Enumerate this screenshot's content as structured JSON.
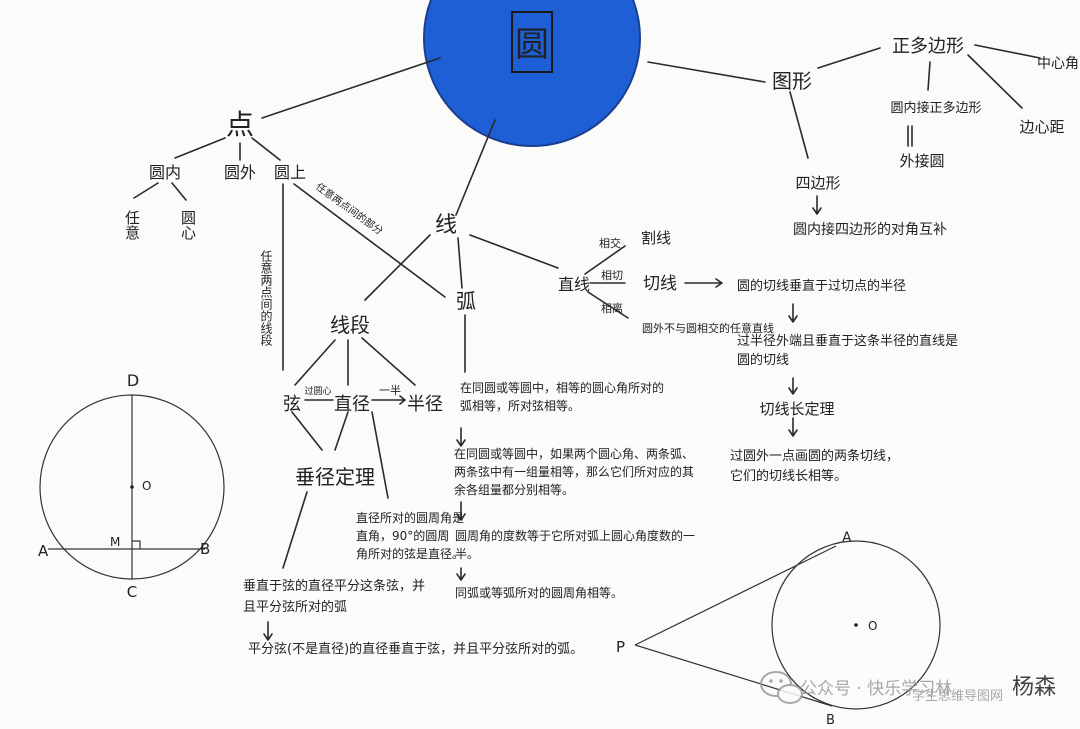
{
  "center": {
    "title": "圆",
    "fill": "#1f5fd6"
  },
  "nodes": {
    "point": "点",
    "inside": "圆内",
    "outside": "圆外",
    "on": "圆上",
    "any": "任意",
    "centerPoint": "圆心",
    "twoPointsAny": "任意两点间的部分",
    "twoPointsLine": "任意两点间的线段",
    "line": "线",
    "segment": "线段",
    "arc": "弧",
    "chord": "弦",
    "diameter": "直径",
    "radius": "半径",
    "passCenter": "过圆心",
    "half": "一半",
    "perpTheorem": "垂径定理",
    "straightLine": "直线",
    "intersect": "相交",
    "secant": "割线",
    "tangentRel": "相切",
    "tangentLine": "切线",
    "separate": "相离",
    "separateDesc": "圆外不与圆相交的任意直线",
    "shape": "图形",
    "regularPolygon": "正多边形",
    "centralAngle": "中心角",
    "apothem": "边心距",
    "inscribedRegular": "圆内接正多边形",
    "circumscribed": "外接圆",
    "quadrilateral": "四边形",
    "inscribedQuad": "圆内接四边形的对角互补"
  },
  "notes": {
    "tangentPerp": "圆的切线垂直于过切点的半径",
    "tangentCriterion": "过半径外端且垂直于这条半径的直线是圆的切线",
    "tangentLenTheorem": "切线长定理",
    "tangentLenDesc": "过圆外一点画圆的两条切线，它们的切线长相等。",
    "equalArcs": "在同圆或等圆中，相等的圆心角所对的弧相等，所对弦相等。",
    "equalGroups": "在同圆或等圆中，如果两个圆心角、两条弧、两条弦中有一组量相等，那么它们所对应的其余各组量都分别相等。",
    "inscribedAngle": "圆周角的度数等于它所对弧上圆心角度数的一半。",
    "sameArc": "同弧或等弧所对的圆周角相等。",
    "diameterAngle": "直径所对的圆周角是直角，90°的圆周角所对的弦是直径。",
    "perpBisect": "垂直于弦的直径平分这条弦，并且平分弦所对的弧",
    "bisectChord": "平分弦(不是直径)的直径垂直于弦，并且平分弦所对的弧。"
  },
  "figure1": {
    "D": "D",
    "O": "O",
    "M": "M",
    "A": "A",
    "B": "B",
    "C": "C"
  },
  "figure2": {
    "A": "A",
    "O": "O",
    "P": "P",
    "B": "B"
  },
  "watermark": {
    "channel": "公众号 · 快乐学习林",
    "subtitle": "学生思维导图网",
    "name": "杨森"
  },
  "ink": "#222222"
}
